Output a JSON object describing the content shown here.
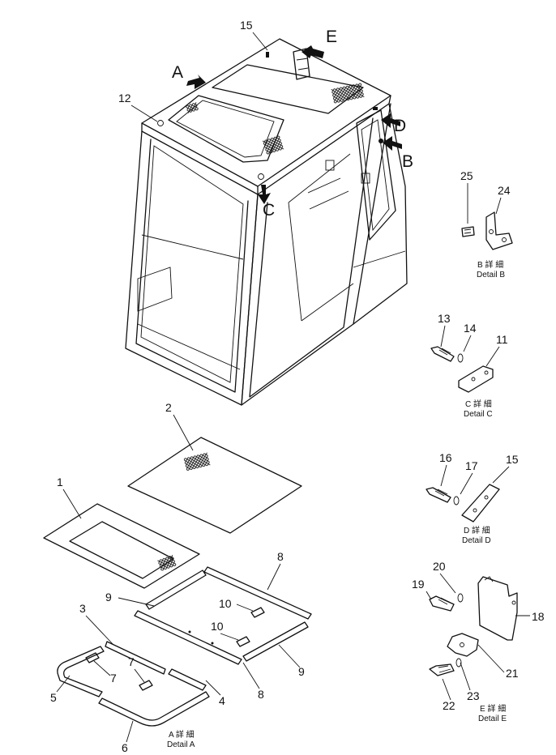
{
  "view_letters": {
    "A": "A",
    "B": "B",
    "C": "C",
    "D": "D",
    "E": "E"
  },
  "part_numbers": {
    "p1": "1",
    "p2": "2",
    "p3": "3",
    "p4": "4",
    "p5": "5",
    "p6": "6",
    "p7a": "7",
    "p7b": "7",
    "p8a": "8",
    "p8b": "8",
    "p9a": "9",
    "p9b": "9",
    "p10a": "10",
    "p10b": "10",
    "p11": "11",
    "p12": "12",
    "p13": "13",
    "p14": "14",
    "p15a": "15",
    "p15b": "15",
    "p16": "16",
    "p17": "17",
    "p18": "18",
    "p19": "19",
    "p20": "20",
    "p21": "21",
    "p22": "22",
    "p23": "23",
    "p24": "24",
    "p25": "25"
  },
  "details": {
    "a_jp": "A 詳 細",
    "a_en": "Detail A",
    "b_jp": "B 詳 細",
    "b_en": "Detail B",
    "c_jp": "C 詳 細",
    "c_en": "Detail C",
    "d_jp": "D 詳 細",
    "d_en": "Detail D",
    "e_jp": "E 詳 細",
    "e_en": "Detail E"
  }
}
